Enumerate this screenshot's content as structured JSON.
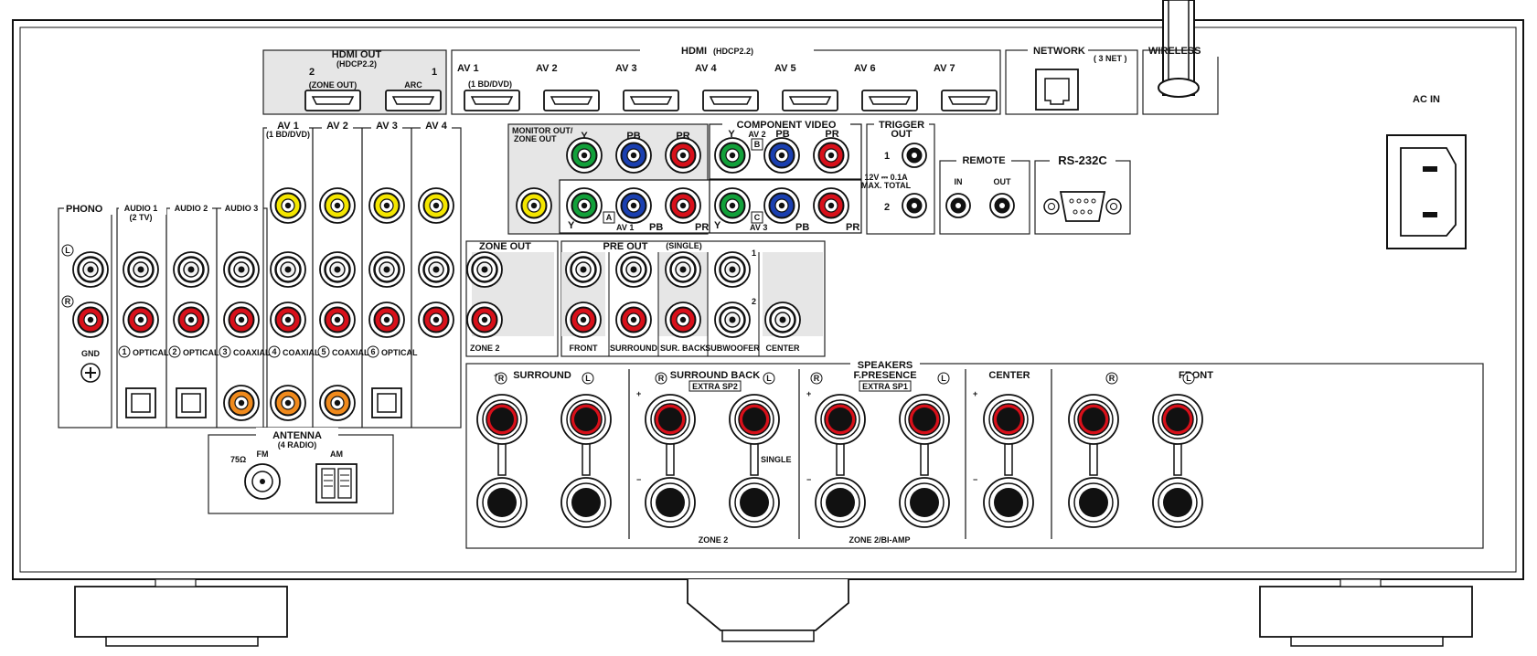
{
  "panel": {
    "hdmi_out": {
      "title": "HDMI OUT",
      "sub": "(HDCP2.2)",
      "n2": "2",
      "n1": "1",
      "zone_out": "(ZONE OUT)",
      "arc": "ARC"
    },
    "hdmi_in": {
      "title": "HDMI",
      "sub": "(HDCP2.2)",
      "ports": [
        "AV 1",
        "AV 2",
        "AV 3",
        "AV 4",
        "AV 5",
        "AV 6",
        "AV 7"
      ],
      "av1_sub": "(1 BD/DVD)"
    },
    "network": {
      "title": "NETWORK",
      "sub": "( 3 NET )"
    },
    "wireless": {
      "title": "WIRELESS"
    },
    "ac_in": "AC IN",
    "av_groups": {
      "av1": "AV 1",
      "av1_sub": "(1 BD/DVD)",
      "av2": "AV 2",
      "av3": "AV 3",
      "av4": "AV 4"
    },
    "phono": {
      "title": "PHONO",
      "l": "L",
      "r": "R",
      "gnd": "GND"
    },
    "audio": {
      "a1": "AUDIO 1",
      "a1_sub": "(2 TV)",
      "a2": "AUDIO 2",
      "a3": "AUDIO 3"
    },
    "digital_labels": [
      "OPTICAL",
      "OPTICAL",
      "COAXIAL",
      "COAXIAL",
      "COAXIAL",
      "OPTICAL"
    ],
    "digital_nums": [
      "1",
      "2",
      "3",
      "4",
      "5",
      "6"
    ],
    "component": {
      "monitor": "MONITOR OUT/",
      "monitor2": "ZONE OUT",
      "title": "COMPONENT VIDEO",
      "y": "Y",
      "pb": "PB",
      "pr": "PR",
      "av2": "AV 2",
      "b": "B",
      "a": "A",
      "c": "C",
      "av1": "AV 1",
      "av3": "AV 3"
    },
    "trigger": {
      "title": "TRIGGER",
      "title2": "OUT",
      "spec": "12V ⎓ 0.1A",
      "spec2": "MAX. TOTAL",
      "n1": "1",
      "n2": "2"
    },
    "remote": {
      "title": "REMOTE",
      "in": "IN",
      "out": "OUT"
    },
    "rs232c": "RS-232C",
    "zone_out": {
      "title": "ZONE OUT",
      "label": "ZONE 2"
    },
    "pre_out": {
      "title": "PRE OUT",
      "single": "(SINGLE)",
      "front": "FRONT",
      "surround": "SURROUND",
      "surback": "SUR. BACK",
      "subwoofer": "SUBWOOFER",
      "center": "CENTER",
      "n1": "1",
      "n2": "2"
    },
    "antenna": {
      "title": "ANTENNA",
      "sub": "(4 RADIO)",
      "ohm": "75Ω",
      "fm": "FM",
      "am": "AM"
    },
    "speakers": {
      "title": "SPEAKERS",
      "surround": "SURROUND",
      "surback": "SURROUND BACK",
      "extra2": "EXTRA SP2",
      "fpresence": "F.PRESENCE",
      "extra1": "EXTRA SP1",
      "center": "CENTER",
      "front": "FRONT",
      "r": "R",
      "l": "L",
      "plus": "+",
      "minus": "−",
      "single": "SINGLE",
      "zone2": "ZONE 2",
      "zone2bi": "ZONE 2/BI-AMP"
    }
  }
}
